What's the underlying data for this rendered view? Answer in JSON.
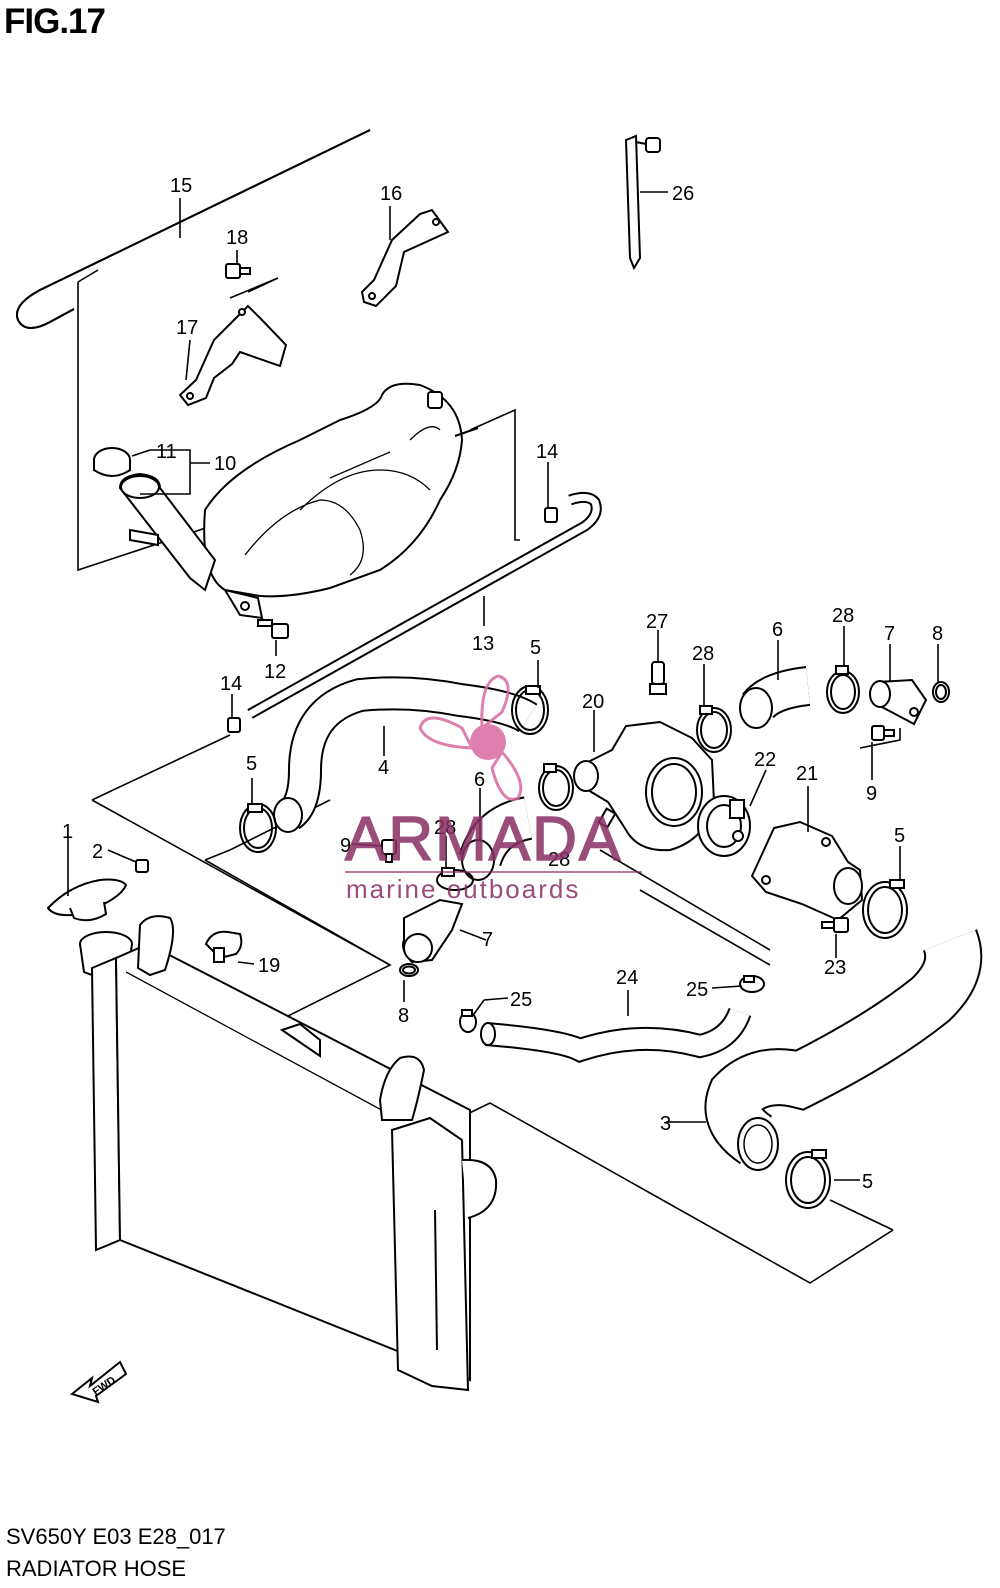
{
  "header": {
    "fig_label": "FIG.17"
  },
  "footer": {
    "model_code": "SV650Y E03 E28_017",
    "section_title": "RADIATOR HOSE"
  },
  "direction_arrow": {
    "label": "FWD",
    "icon": "fwd-arrow-icon"
  },
  "watermark": {
    "brand": "ARMADA",
    "tagline": "marine outboards",
    "color": "#d86aa0",
    "logo_icon": "propeller-logo-icon"
  },
  "callouts": {
    "c1": "1",
    "c2": "2",
    "c3": "3",
    "c4": "4",
    "c5a": "5",
    "c5b": "5",
    "c5c": "5",
    "c5d": "5",
    "c6a": "6",
    "c6b": "6",
    "c7a": "7",
    "c7b": "7",
    "c8a": "8",
    "c8b": "8",
    "c9a": "9",
    "c9b": "9",
    "c10": "10",
    "c11": "11",
    "c12": "12",
    "c13": "13",
    "c14a": "14",
    "c14b": "14",
    "c15": "15",
    "c16": "16",
    "c17": "17",
    "c18": "18",
    "c19": "19",
    "c20": "20",
    "c21": "21",
    "c22": "22",
    "c23": "23",
    "c24": "24",
    "c25a": "25",
    "c25b": "25",
    "c26": "26",
    "c27": "27",
    "c28a": "28",
    "c28b": "28",
    "c28c": "28",
    "c28d": "28"
  }
}
